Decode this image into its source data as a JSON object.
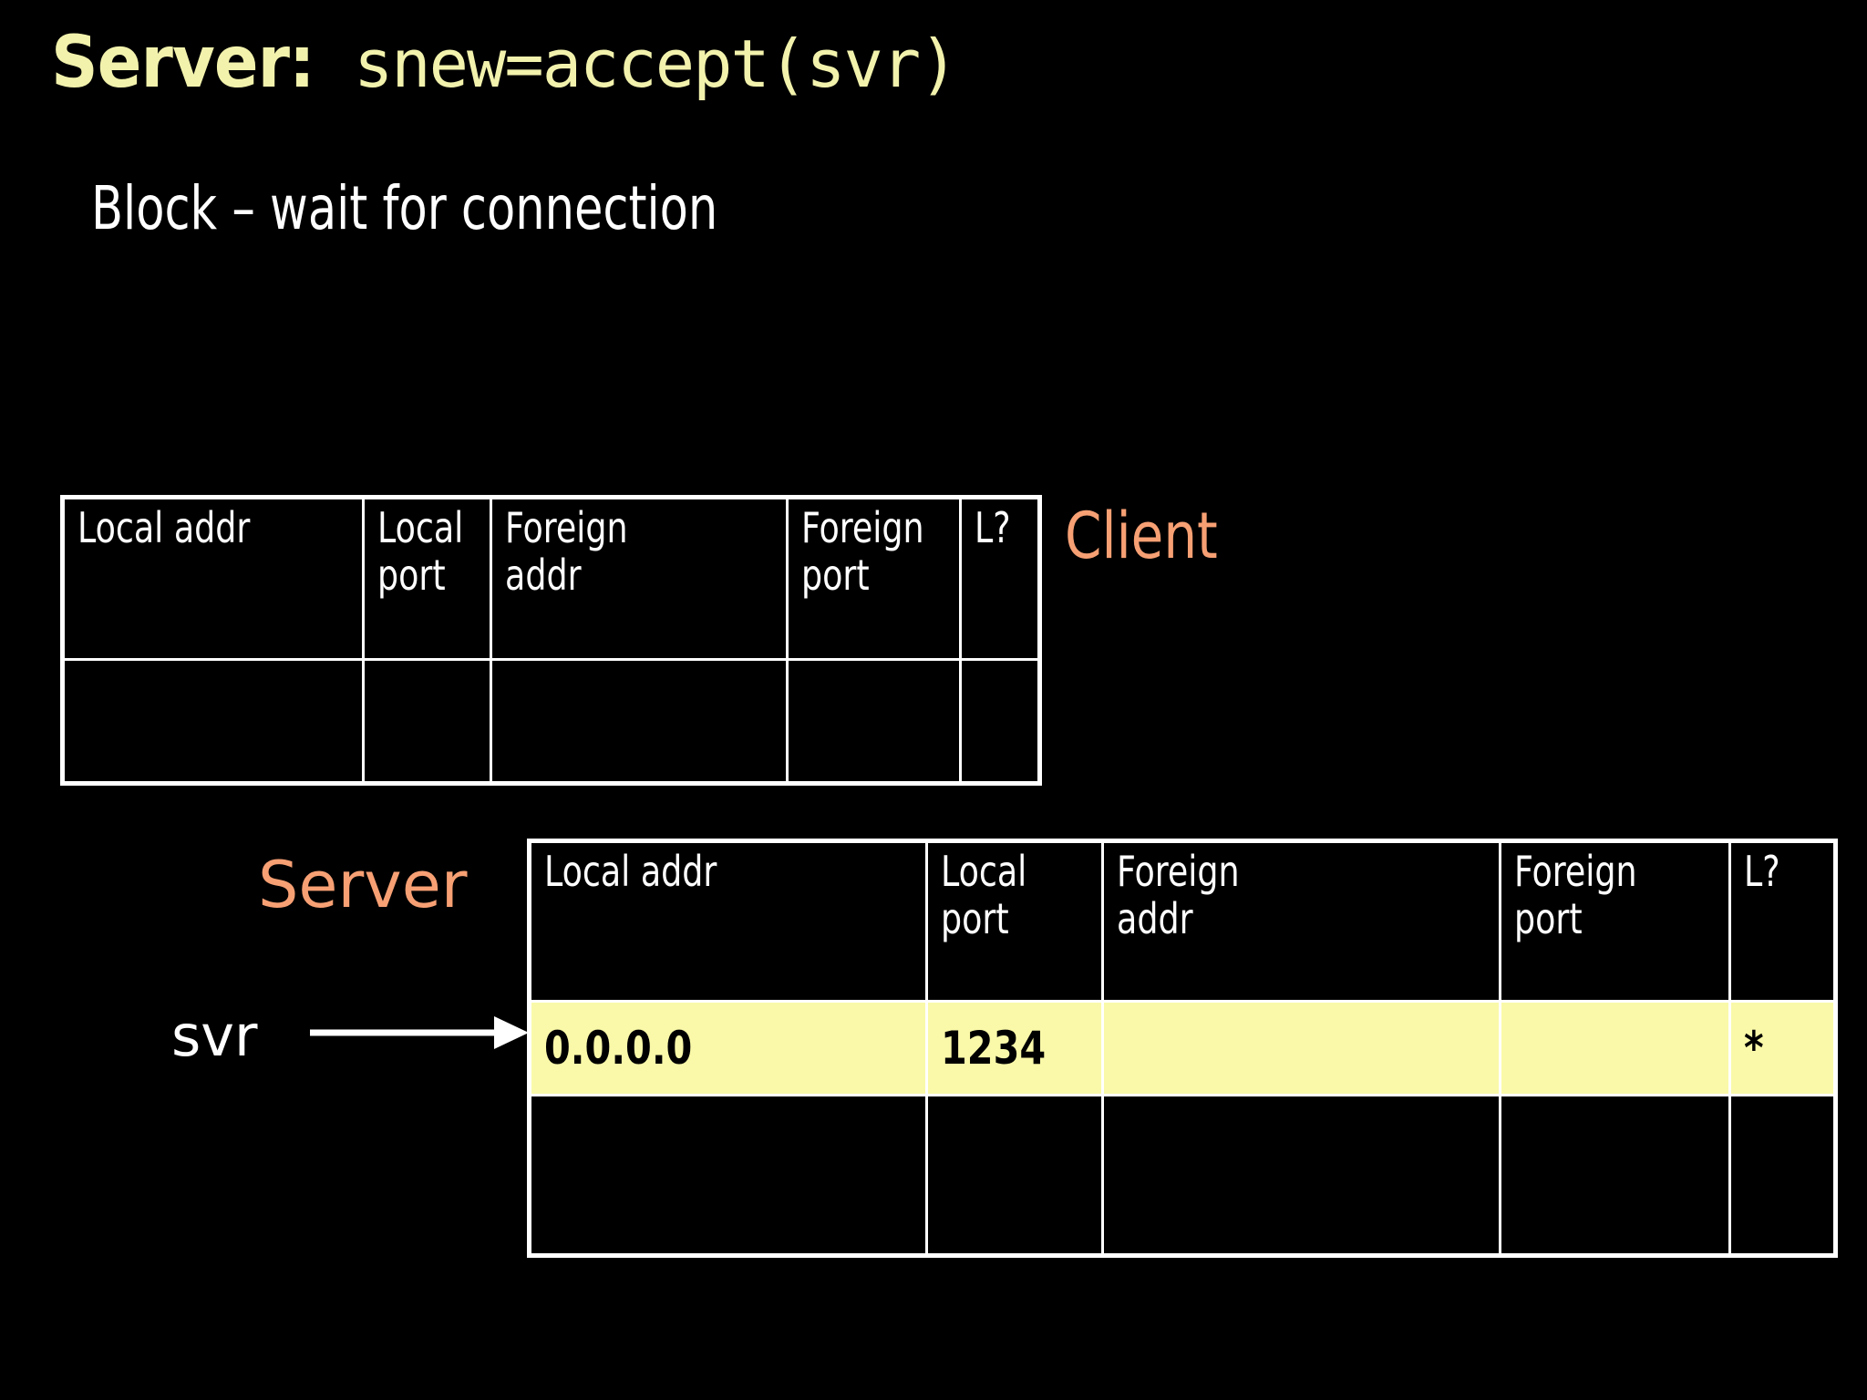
{
  "slide": {
    "background_color": "#000000",
    "title": {
      "prefix": "Server:",
      "code": "snew=accept(svr)",
      "color": "#F2F2AD"
    },
    "subtitle": {
      "text": "Block – wait for connection",
      "color": "#FFFFFF"
    }
  },
  "labels": {
    "client": "Client",
    "server": "Server",
    "svr_pointer": "svr",
    "accent_color": "#F7A074",
    "highlight_color": "#FAF9A9"
  },
  "tables": {
    "client": {
      "name": "Client",
      "columns": [
        "Local addr",
        "Local\nport",
        "Foreign\naddr",
        "Foreign\nport",
        "L?"
      ],
      "rows": [
        {
          "highlighted": false,
          "cells": [
            "",
            "",
            "",
            "",
            ""
          ]
        }
      ]
    },
    "server": {
      "name": "Server",
      "columns": [
        "Local addr",
        "Local\nport",
        "Foreign\naddr",
        "Foreign\nport",
        "L?"
      ],
      "rows": [
        {
          "highlighted": true,
          "cells": [
            "0.0.0.0",
            "1234",
            "",
            "",
            "*"
          ]
        },
        {
          "highlighted": false,
          "cells": [
            "",
            "",
            "",
            "",
            ""
          ]
        }
      ]
    }
  }
}
